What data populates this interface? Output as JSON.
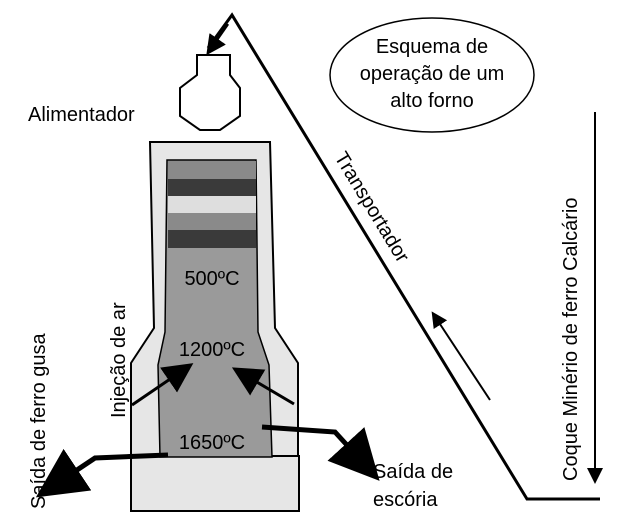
{
  "title_lines": [
    "Esquema de",
    "operação de um",
    "alto forno"
  ],
  "labels": {
    "feeder": "Alimentador",
    "conveyor": "Transportador",
    "raw_materials": "Coque Minério de ferro Calcário",
    "air_injection": "Injeção de ar",
    "pig_iron_outlet": "Saída de ferro gusa",
    "slag_outlet_line1": "Saída de",
    "slag_outlet_line2": "escória"
  },
  "temperatures": [
    "500ºC",
    "1200ºC",
    "1650ºC"
  ],
  "colors": {
    "furnace_inner": "#9a9a9a",
    "furnace_wall": "#e6e6e6",
    "dark_layer": "#3a3a3a",
    "mid_layer": "#8a8a8a",
    "light_layer": "#dedede",
    "line": "#000000"
  }
}
